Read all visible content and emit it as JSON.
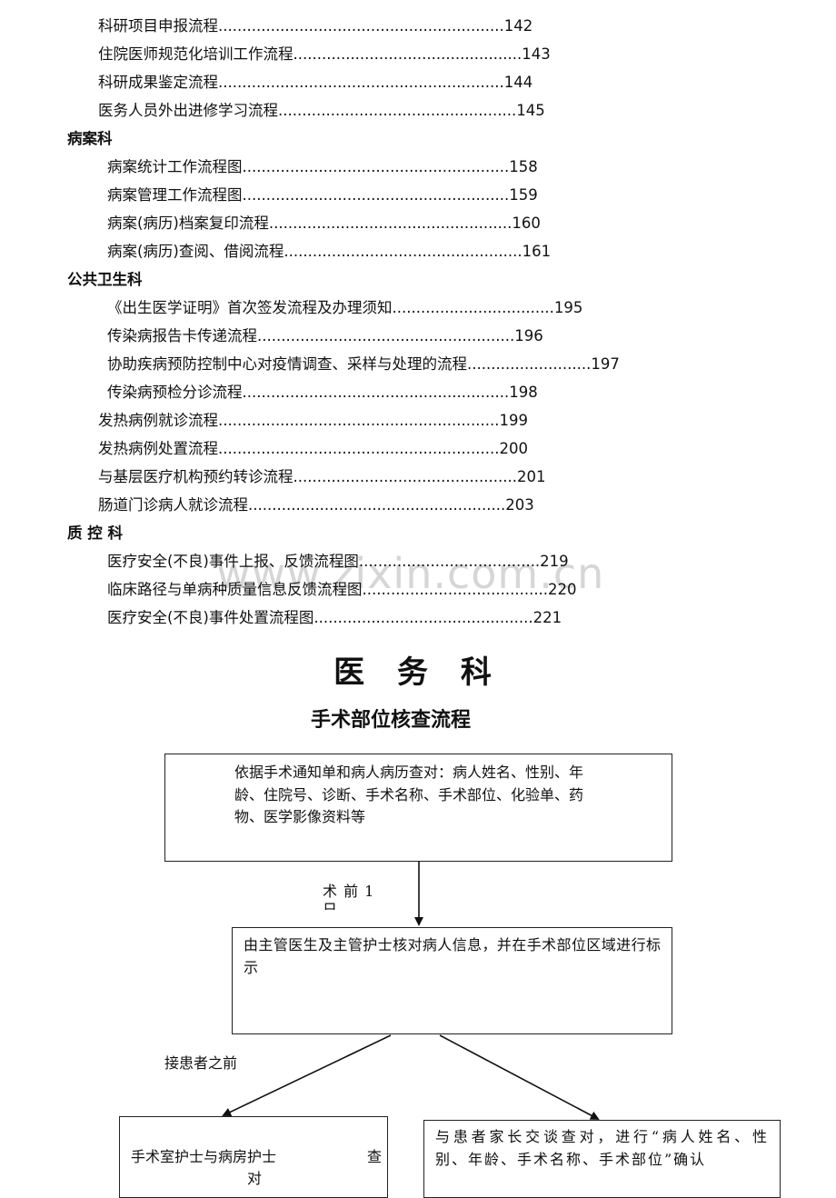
{
  "toc": {
    "groups": [
      {
        "items": [
          {
            "text": "科研项目申报流程............................................................142"
          },
          {
            "text": "住院医师规范化培训工作流程................................................143"
          },
          {
            "text": "科研成果鉴定流程............................................................144"
          },
          {
            "text": "医务人员外出进修学习流程..................................................145"
          }
        ]
      },
      {
        "title": "病案科",
        "items": [
          {
            "text": "病案统计工作流程图........................................................158"
          },
          {
            "text": "病案管理工作流程图........................................................159"
          },
          {
            "text": "病案(病历)档案复印流程...................................................160"
          },
          {
            "text": "病案(病历)查阅、借阅流程..................................................161"
          }
        ]
      },
      {
        "title": "公共卫生科",
        "items": [
          {
            "text": "《出生医学证明》首次签发流程及办理须知..................................195"
          },
          {
            "text": "传染病报告卡传递流程......................................................196"
          },
          {
            "text": "协助疾病预防控制中心对疫情调查、采样与处理的流程..........................197"
          },
          {
            "text": "传染病预检分诊流程........................................................198"
          },
          {
            "text": "发热病例就诊流程...........................................................199"
          },
          {
            "text": "发热病例处置流程...........................................................200"
          },
          {
            "text": "与基层医疗机构预约转诊流程...............................................201"
          },
          {
            "text": "肠道门诊病人就诊流程......................................................203"
          }
        ]
      },
      {
        "title": "质  控  科",
        "items": [
          {
            "text": "医疗安全(不良)事件上报、反馈流程图......................................219"
          },
          {
            "text": "临床路径与单病种质量信息反馈流程图.......................................220"
          },
          {
            "text": "医疗安全(不良)事件处置流程图..............................................221"
          }
        ]
      }
    ]
  },
  "watermark": "www.zixin.com.cn",
  "dept_title": "医 务 科",
  "flow_title": "手术部位核查流程",
  "flow": {
    "box1": "依据手术通知单和病人病历查对：病人姓名、性别、年龄、住院号、诊断、手术名称、手术部位、化验单、药物、医学影像资料等",
    "label1": "术 前 1",
    "label1b": "日",
    "box2": "由主管医生及主管护士核对病人信息，并在手术部位区域进行标示",
    "label2": "接患者之前",
    "box3a": "手术室护士与病房护士",
    "box3b": "查",
    "box3c": "对",
    "box4": "与患者家长交谈查对，进行“病人姓名、性别、年龄、手术名称、手术部位”确认"
  }
}
